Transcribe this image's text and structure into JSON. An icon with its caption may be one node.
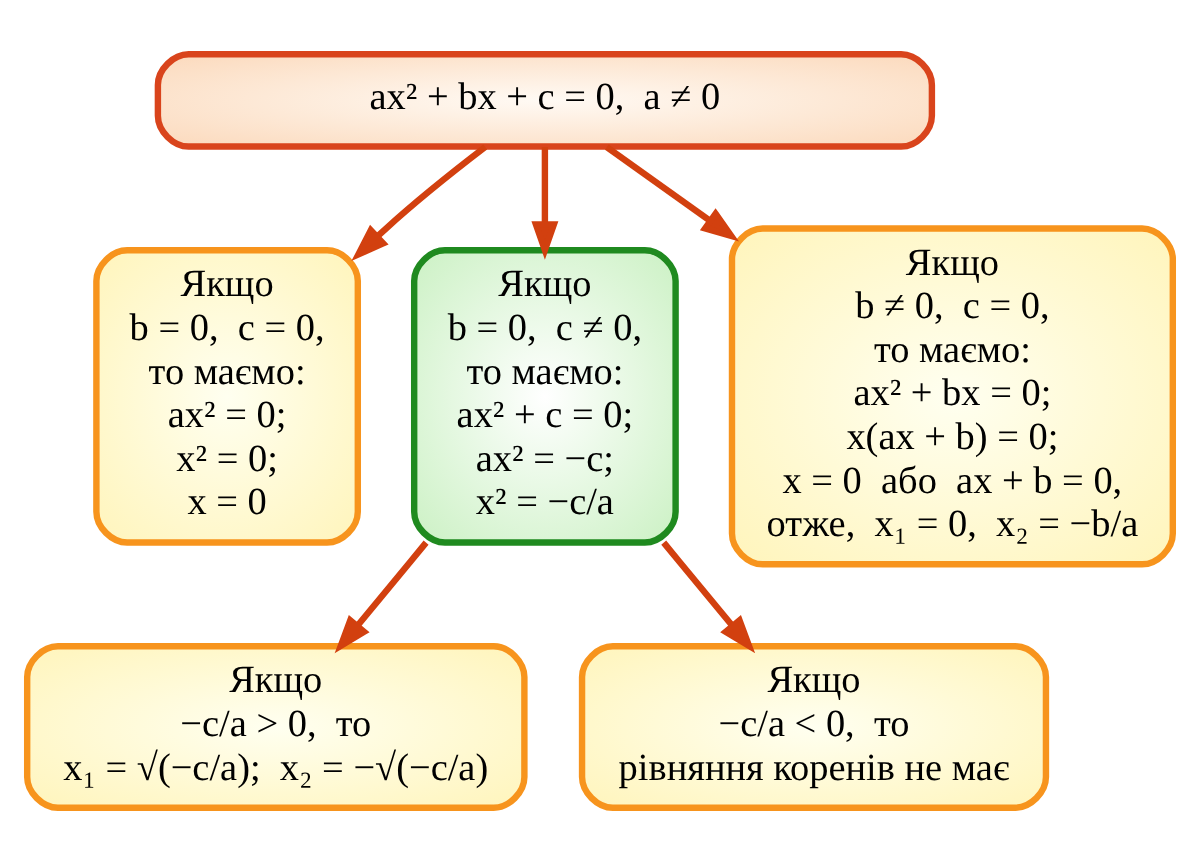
{
  "diagram": {
    "nodes": [
      {
        "text": [
          "ax² + bx + c = 0,  a ≠ 0"
        ]
      },
      {
        "text": [
          "Якщо",
          "b = 0,  c = 0,",
          "то маємо:",
          "ax² = 0;",
          "x² = 0;",
          "x = 0"
        ]
      },
      {
        "text": [
          "Якщо",
          "b = 0,  c ≠ 0,",
          "то маємо:",
          "ax² + c = 0;",
          "ax² = −c;",
          "x² = −c/a"
        ]
      },
      {
        "text": [
          "Якщо",
          "b ≠ 0,  c = 0,",
          "то маємо:",
          "ax² + bx = 0;",
          "x(ax + b) = 0;",
          "x = 0  або  ax + b = 0,",
          "отже,  x₁ = 0,  x₂ = −b/a"
        ]
      },
      {
        "text": [
          "Якщо",
          "−c/a > 0,  то",
          "x₁ = √(−c/a);  x₂ = −√(−c/a)"
        ]
      },
      {
        "text": [
          "Якщо",
          "−c/a < 0,  то",
          "рівняння коренів не має"
        ]
      }
    ],
    "edges": [
      {
        "from": 0,
        "to": 1,
        "arrow": "to"
      },
      {
        "from": 0,
        "to": 2,
        "arrow": "to"
      },
      {
        "from": 0,
        "to": 3,
        "arrow": "to"
      },
      {
        "from": 2,
        "to": 4,
        "arrow": "to"
      },
      {
        "from": 2,
        "to": 5,
        "arrow": "to"
      }
    ]
  }
}
